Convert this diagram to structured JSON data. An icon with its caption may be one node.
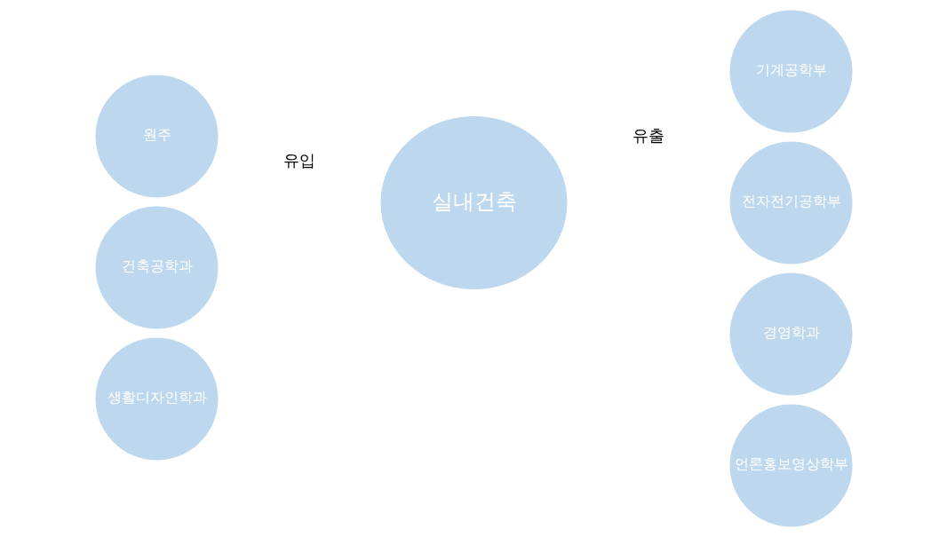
{
  "diagram": {
    "nodes": [
      {
        "text": [
          "원주"
        ]
      },
      {
        "text": [
          "건축공학과"
        ]
      },
      {
        "text": [
          "생활디자인학과"
        ]
      },
      {
        "text": [
          "실내건축"
        ]
      },
      {
        "text": [
          "기계공학부"
        ]
      },
      {
        "text": [
          "전자전기공학부"
        ]
      },
      {
        "text": [
          "경영학과"
        ]
      },
      {
        "text": [
          "언론홍보영상학부"
        ]
      }
    ],
    "edges": [],
    "labels": [
      "유입",
      "유출"
    ]
  }
}
